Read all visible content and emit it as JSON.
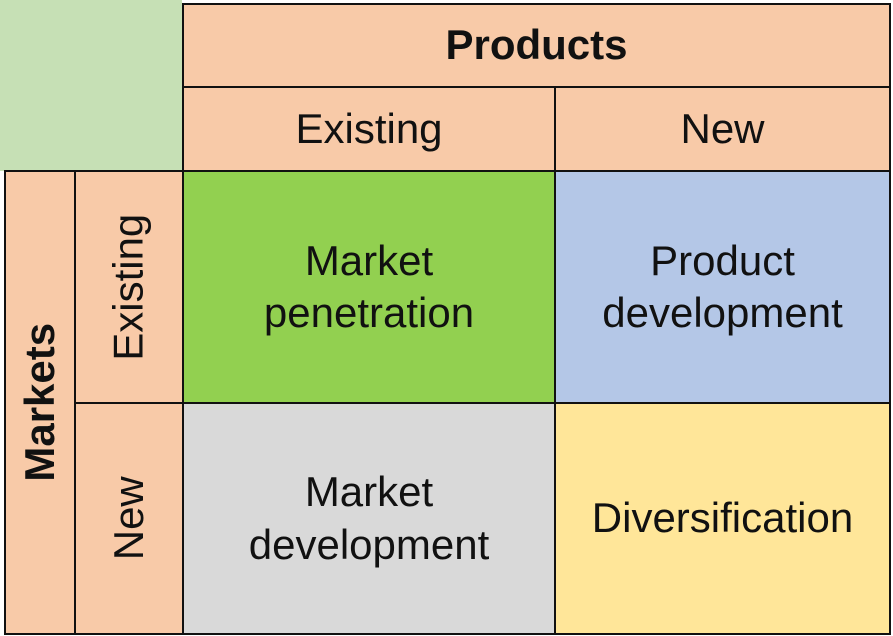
{
  "header": {
    "products_label": "Products",
    "markets_label": "Markets",
    "existing_products": "Existing",
    "new_products": "New",
    "existing_markets": "Existing",
    "new_markets": "New"
  },
  "quadrants": {
    "market_penetration": {
      "line1": "Market",
      "line2": "penetration"
    },
    "product_development": {
      "line1": "Product",
      "line2": "development"
    },
    "market_development": {
      "line1": "Market",
      "line2": "development"
    },
    "diversification": {
      "line1": "Diversification"
    }
  },
  "colors": {
    "header_fill": "#f8caa8",
    "corner_fill": "#c6e0b5",
    "market_penetration": "#92d050",
    "product_development": "#b4c7e7",
    "market_development": "#d9d9d9",
    "diversification": "#ffe699"
  }
}
